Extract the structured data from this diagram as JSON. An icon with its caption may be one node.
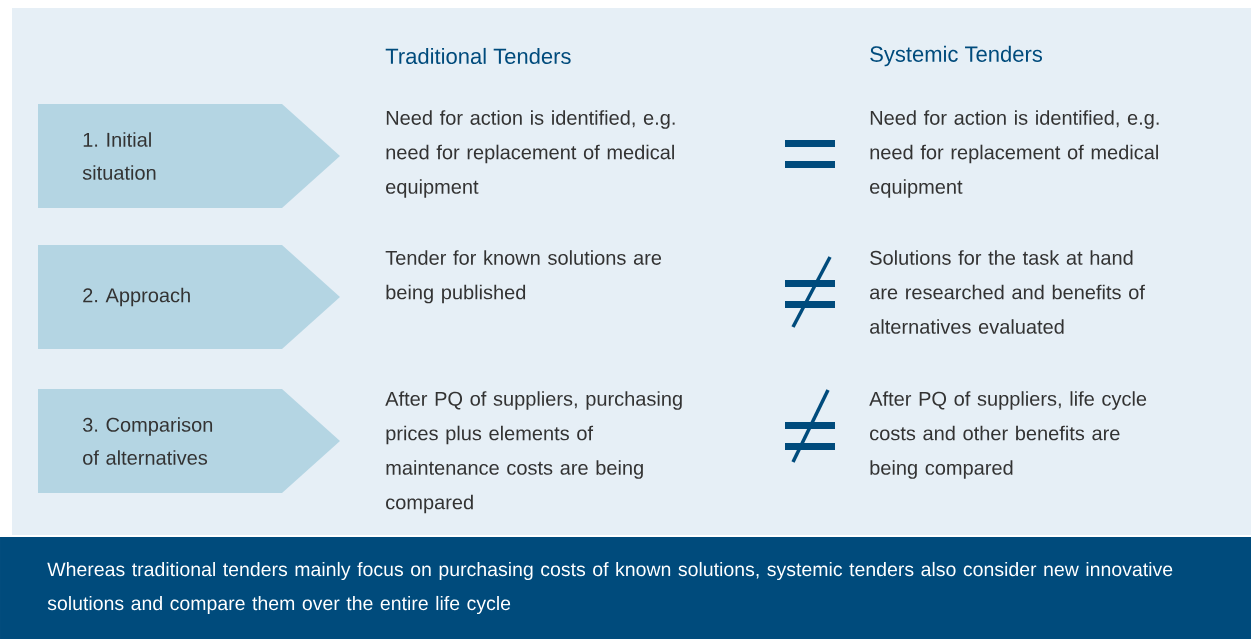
{
  "diagram": {
    "nodes": [
      {
        "text": [
          "1. Initial situation"
        ]
      },
      {
        "text": [
          "2. Approach"
        ]
      },
      {
        "text": [
          "3. Comparison of alternatives"
        ]
      },
      {
        "text": [
          "Whereas traditional tenders mainly focus on purchasing costs of known solutions, systemic tenders also consider new innovative solutions and compare them over the entire life cycle"
        ]
      }
    ],
    "edges": [],
    "labels": [
      "Traditional Tenders",
      "Systemic Tenders",
      "Need for action is identified, e.g. need for replacement of medical equipment",
      "Need for action is identified, e.g. need for replacement of medical equipment",
      "Tender for known solutions are being published",
      "Solutions for the task at hand are researched and benefits of alternatives evaluated",
      "After PQ of suppliers, purchasing prices plus elements of maintenance costs are being compared",
      "After PQ of suppliers, life cycle costs and other benefits are being compared"
    ]
  }
}
